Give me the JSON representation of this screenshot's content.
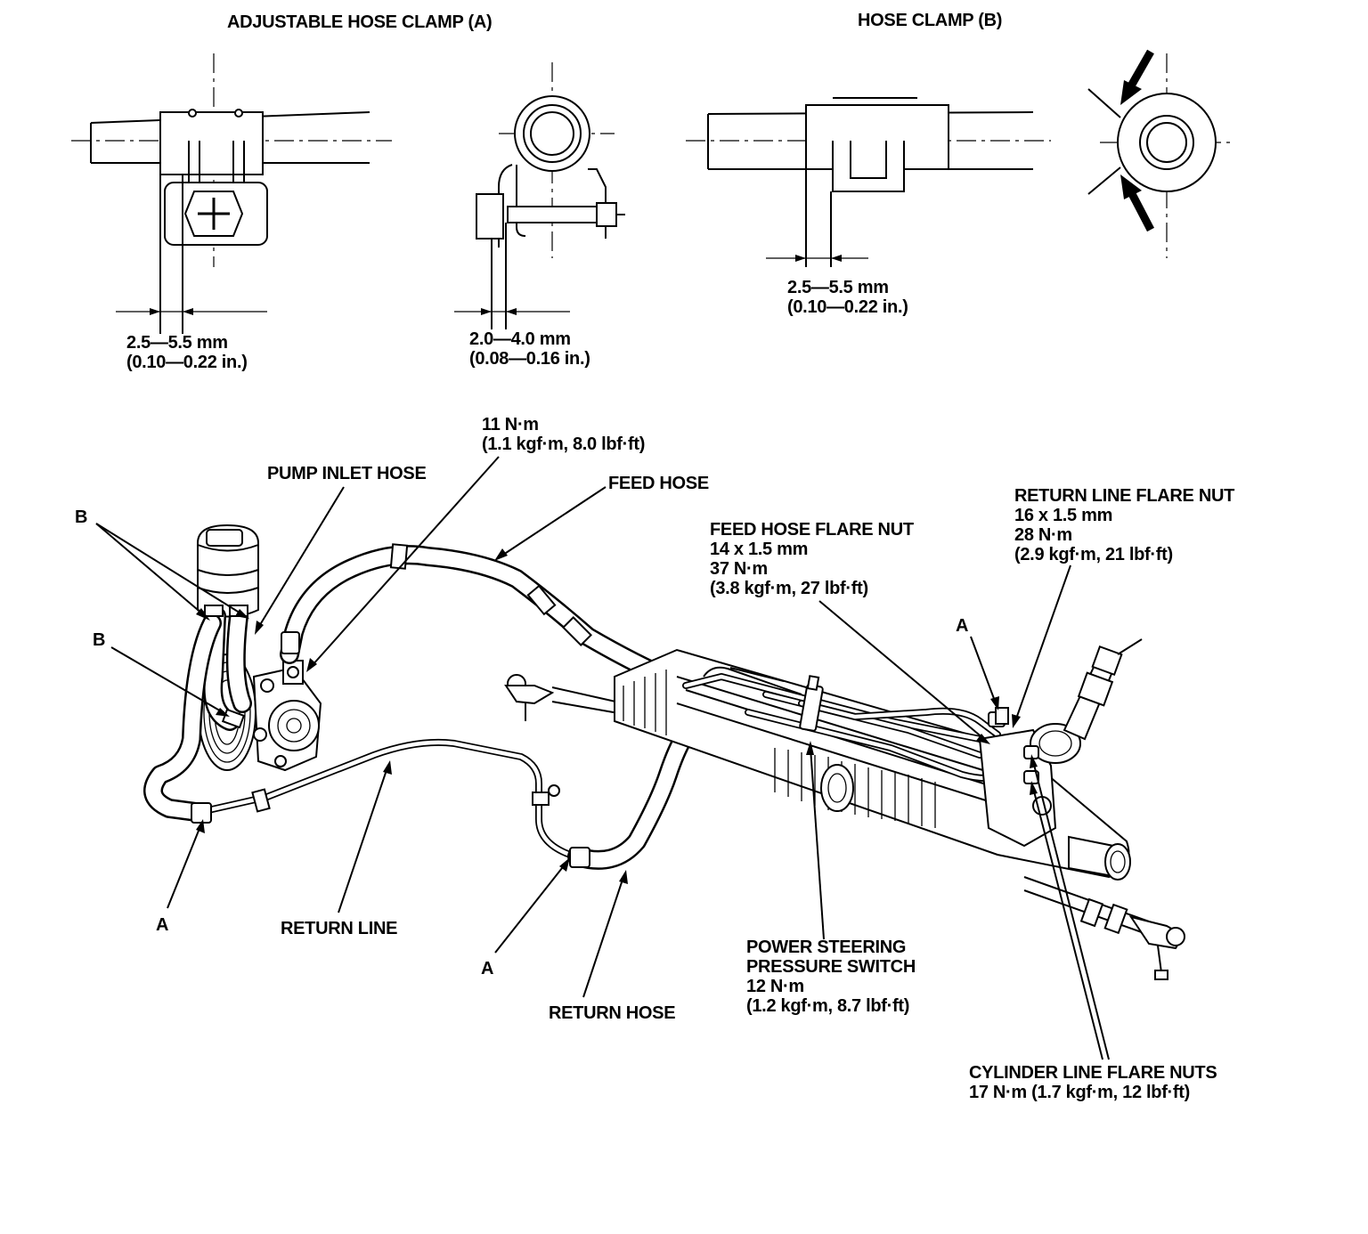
{
  "titles": {
    "clamp_a": "ADJUSTABLE HOSE CLAMP (A)",
    "clamp_b": "HOSE CLAMP (B)"
  },
  "dimensions": {
    "clamp_a_gap": {
      "mm": "2.5—5.5 mm",
      "in": "(0.10—0.22 in.)"
    },
    "clamp_a_side": {
      "mm": "2.0—4.0 mm",
      "in": "(0.08—0.16 in.)"
    },
    "clamp_b_gap": {
      "mm": "2.5—5.5 mm",
      "in": "(0.10—0.22 in.)"
    }
  },
  "callouts": {
    "pump_torque": {
      "value": "11 N·m",
      "detail": "(1.1 kgf·m, 8.0 lbf·ft)"
    },
    "pump_inlet_hose": "PUMP INLET HOSE",
    "feed_hose": "FEED HOSE",
    "b_upper": "B",
    "b_lower": "B",
    "a_left": "A",
    "a_middle": "A",
    "a_right": "A",
    "return_line": "RETURN LINE",
    "return_hose": "RETURN HOSE",
    "feed_hose_flare_nut": {
      "name": "FEED HOSE FLARE NUT",
      "size": "14 x 1.5 mm",
      "torque": "37 N·m",
      "detail": "(3.8 kgf·m, 27 lbf·ft)"
    },
    "return_line_flare_nut": {
      "name": "RETURN LINE FLARE NUT",
      "size": "16 x 1.5 mm",
      "torque": "28 N·m",
      "detail": "(2.9 kgf·m, 21 lbf·ft)"
    },
    "pressure_switch": {
      "line1": "POWER STEERING",
      "line2": "PRESSURE SWITCH",
      "torque": "12 N·m",
      "detail": "(1.2 kgf·m, 8.7 lbf·ft)"
    },
    "cylinder_line_flare_nuts": {
      "name": "CYLINDER LINE FLARE NUTS",
      "torque": "17 N·m (1.7 kgf·m, 12 lbf·ft)"
    }
  }
}
